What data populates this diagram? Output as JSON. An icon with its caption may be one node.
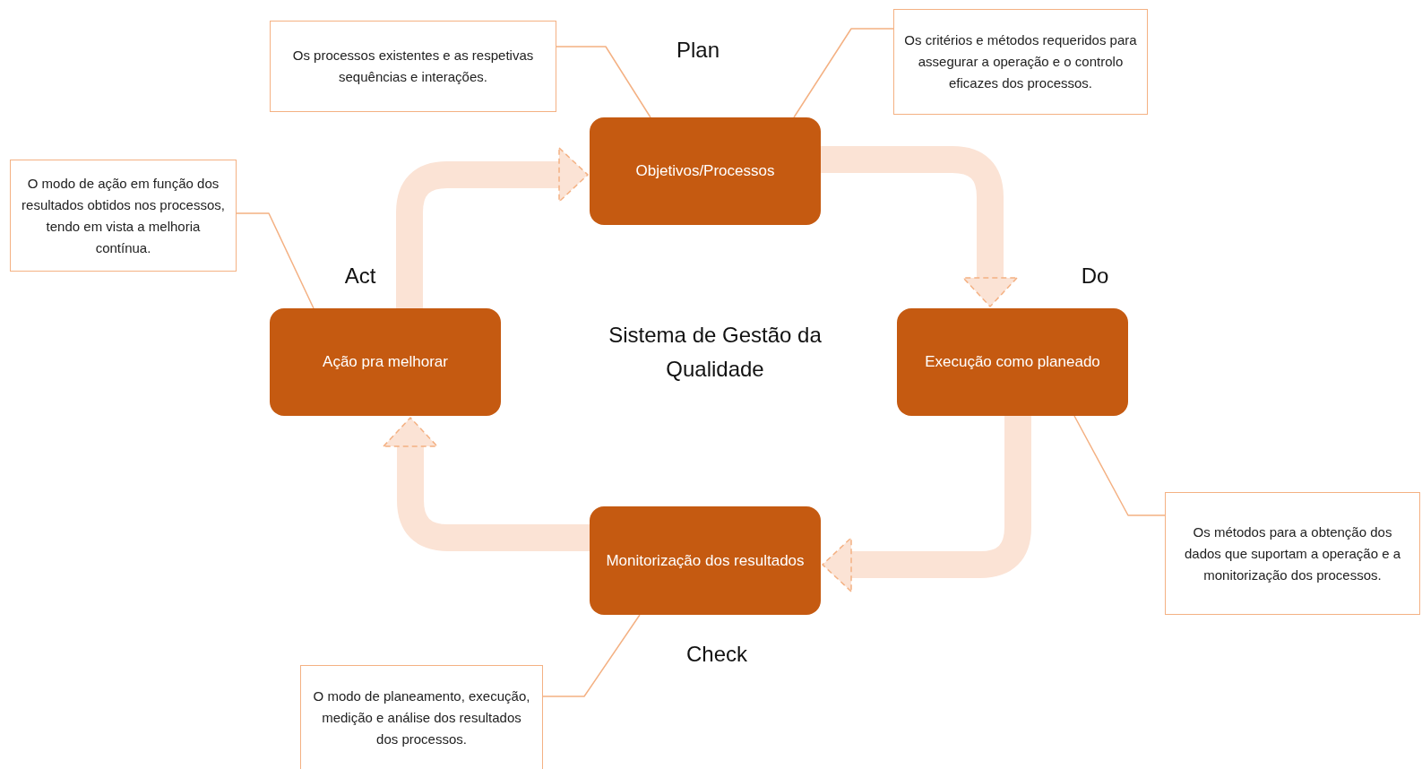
{
  "diagram": {
    "nodes": [
      {
        "text": [
          "Os processos existentes e as respetivas sequências e interações."
        ]
      },
      {
        "text": [
          "Os critérios e métodos requeridos para assegurar a operação e o controlo eficazes dos processos."
        ]
      },
      {
        "text": [
          "Objetivos/Processos"
        ],
        "beside": [
          "Plan"
        ]
      },
      {
        "text": [
          "O modo de ação em função dos resultados obtidos nos processos, tendo em vista a melhoria contínua."
        ]
      },
      {
        "text": [
          "Ação pra melhorar"
        ],
        "beside": [
          "Act"
        ]
      },
      {
        "text": [
          "Execução como planeado"
        ],
        "beside": [
          "Do"
        ]
      },
      {
        "text": [
          "Monitorização dos resultados"
        ],
        "beside": [
          "Check"
        ]
      },
      {
        "text": [
          "Os métodos para a obtenção dos dados que suportam a operação e a monitorização dos processos."
        ]
      },
      {
        "text": [
          "O modo de planeamento, execução, medição e análise dos resultados dos processos."
        ]
      }
    ],
    "edges": [
      {
        "from": 4,
        "to": 2,
        "arrow": "to",
        "style": "thick",
        "color": "#fbe3d5"
      },
      {
        "from": 2,
        "to": 5,
        "arrow": "to",
        "style": "thick",
        "color": "#fbe3d5"
      },
      {
        "from": 5,
        "to": 6,
        "arrow": "to",
        "style": "thick",
        "color": "#fbe3d5"
      },
      {
        "from": 6,
        "to": 4,
        "arrow": "to",
        "style": "thick",
        "color": "#fbe3d5"
      },
      {
        "from": 0,
        "to": 2,
        "arrow": "none"
      },
      {
        "from": 1,
        "to": 2,
        "arrow": "none"
      },
      {
        "from": 3,
        "to": 4,
        "arrow": "none"
      },
      {
        "from": 7,
        "to": 5,
        "arrow": "none"
      },
      {
        "from": 8,
        "to": 6,
        "arrow": "none"
      }
    ],
    "labels": [
      "Sistema de Gestão da Qualidade"
    ]
  }
}
